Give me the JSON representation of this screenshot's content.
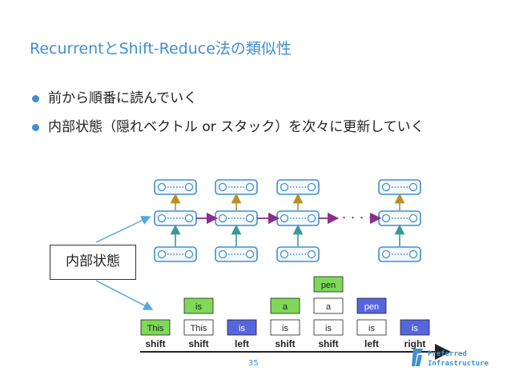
{
  "slide": {
    "title": "RecurrentとShift-Reduce法の類似性",
    "bullets": [
      "前から順番に読んでいく",
      "内部状態（隠れベクトル or スタック）を次々に更新していく"
    ],
    "state_label": "内部状態",
    "page_number": "35"
  },
  "diagram": {
    "ellipsis": "・・・・・",
    "stack_columns": [
      {
        "cells": [
          "This"
        ],
        "action": "shift"
      },
      {
        "cells": [
          "This",
          "is"
        ],
        "action": "shift"
      },
      {
        "cells": [
          "is"
        ],
        "action": "left"
      },
      {
        "cells": [
          "is",
          "a"
        ],
        "action": "shift"
      },
      {
        "cells": [
          "is",
          "a",
          "pen"
        ],
        "action": "shift"
      },
      {
        "cells": [
          "is",
          "pen"
        ],
        "action": "left"
      },
      {
        "cells": [
          "is"
        ],
        "action": "right"
      }
    ]
  },
  "logo": {
    "line1": "Preferred",
    "line2": "Infrastructure"
  },
  "colors": {
    "accent": "#3f8fd2",
    "green": "#7ed957",
    "blue": "#5566dd",
    "white": "#ffffff",
    "rnn_up": "#b8902a",
    "rnn_right": "#8a2f8a",
    "rnn_in": "#3a9a9a"
  }
}
